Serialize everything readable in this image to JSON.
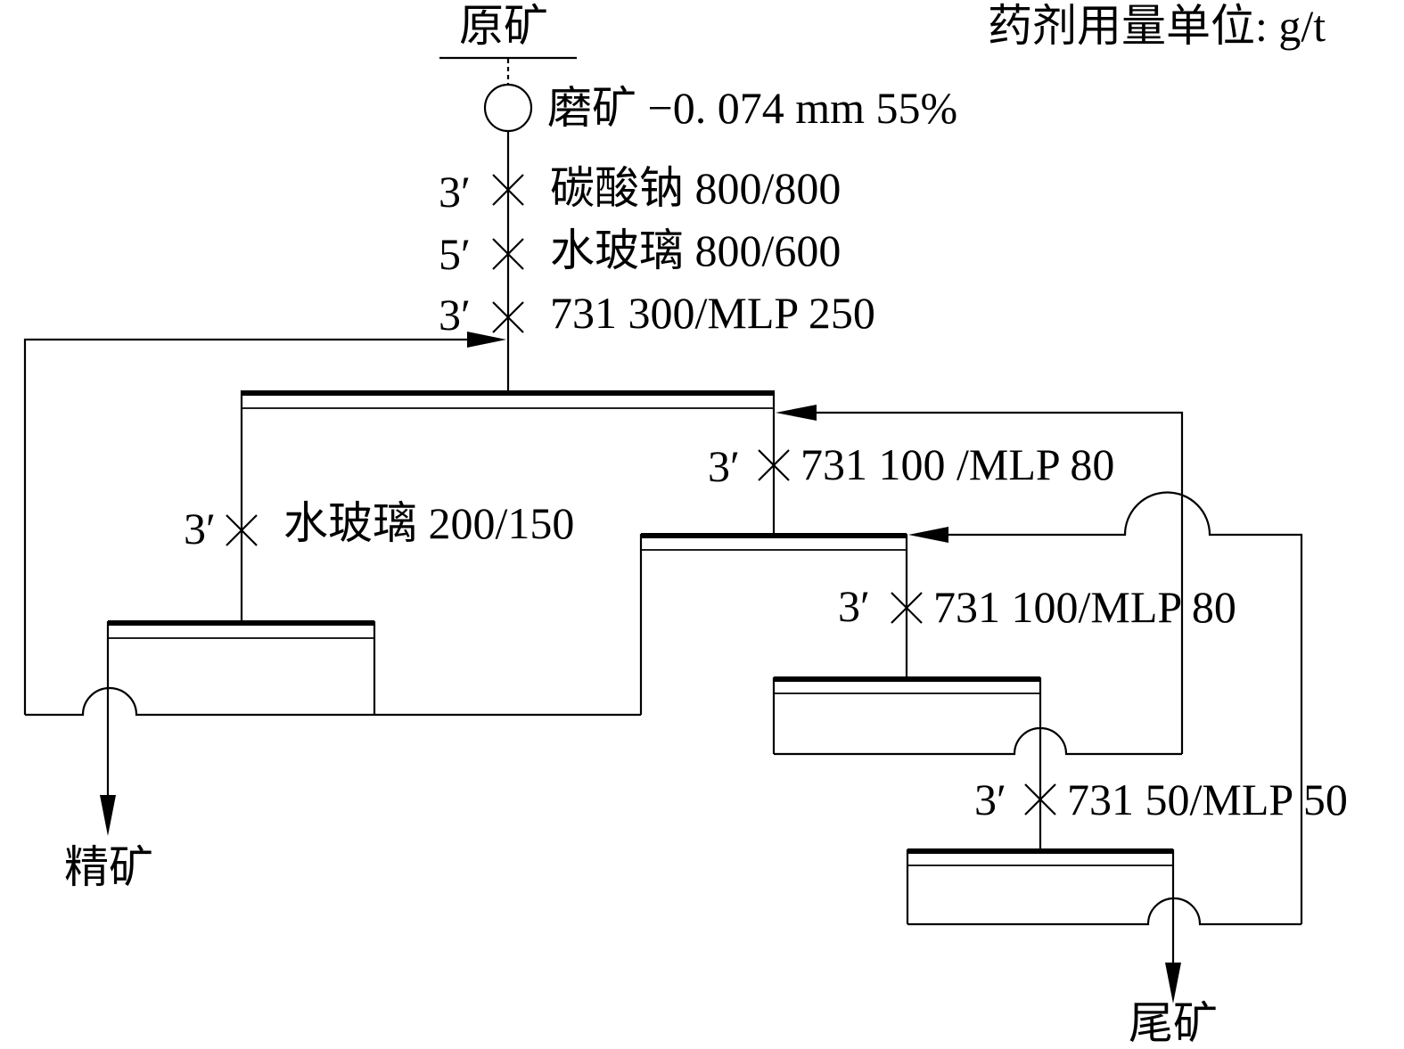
{
  "feed": {
    "label": "原矿"
  },
  "unit_note": "药剂用量单位: g/t",
  "grinding": {
    "label": "磨矿 −0. 074 mm 55%"
  },
  "conditioning": [
    {
      "time": "3′",
      "reagent": "碳酸钠 800/800"
    },
    {
      "time": "5′",
      "reagent": "水玻璃 800/600"
    },
    {
      "time": "3′",
      "reagent": "731 300/MLP 250"
    }
  ],
  "cleaner": {
    "time": "3′",
    "reagent": "水玻璃 200/150"
  },
  "scavenger1": {
    "time": "3′",
    "reagent": "731 100 /MLP 80"
  },
  "scavenger2": {
    "time": "3′",
    "reagent": "731 100/MLP 80"
  },
  "scavenger3": {
    "time": "3′",
    "reagent": "731 50/MLP 50"
  },
  "products": {
    "concentrate": "精矿",
    "tailings": "尾矿"
  }
}
